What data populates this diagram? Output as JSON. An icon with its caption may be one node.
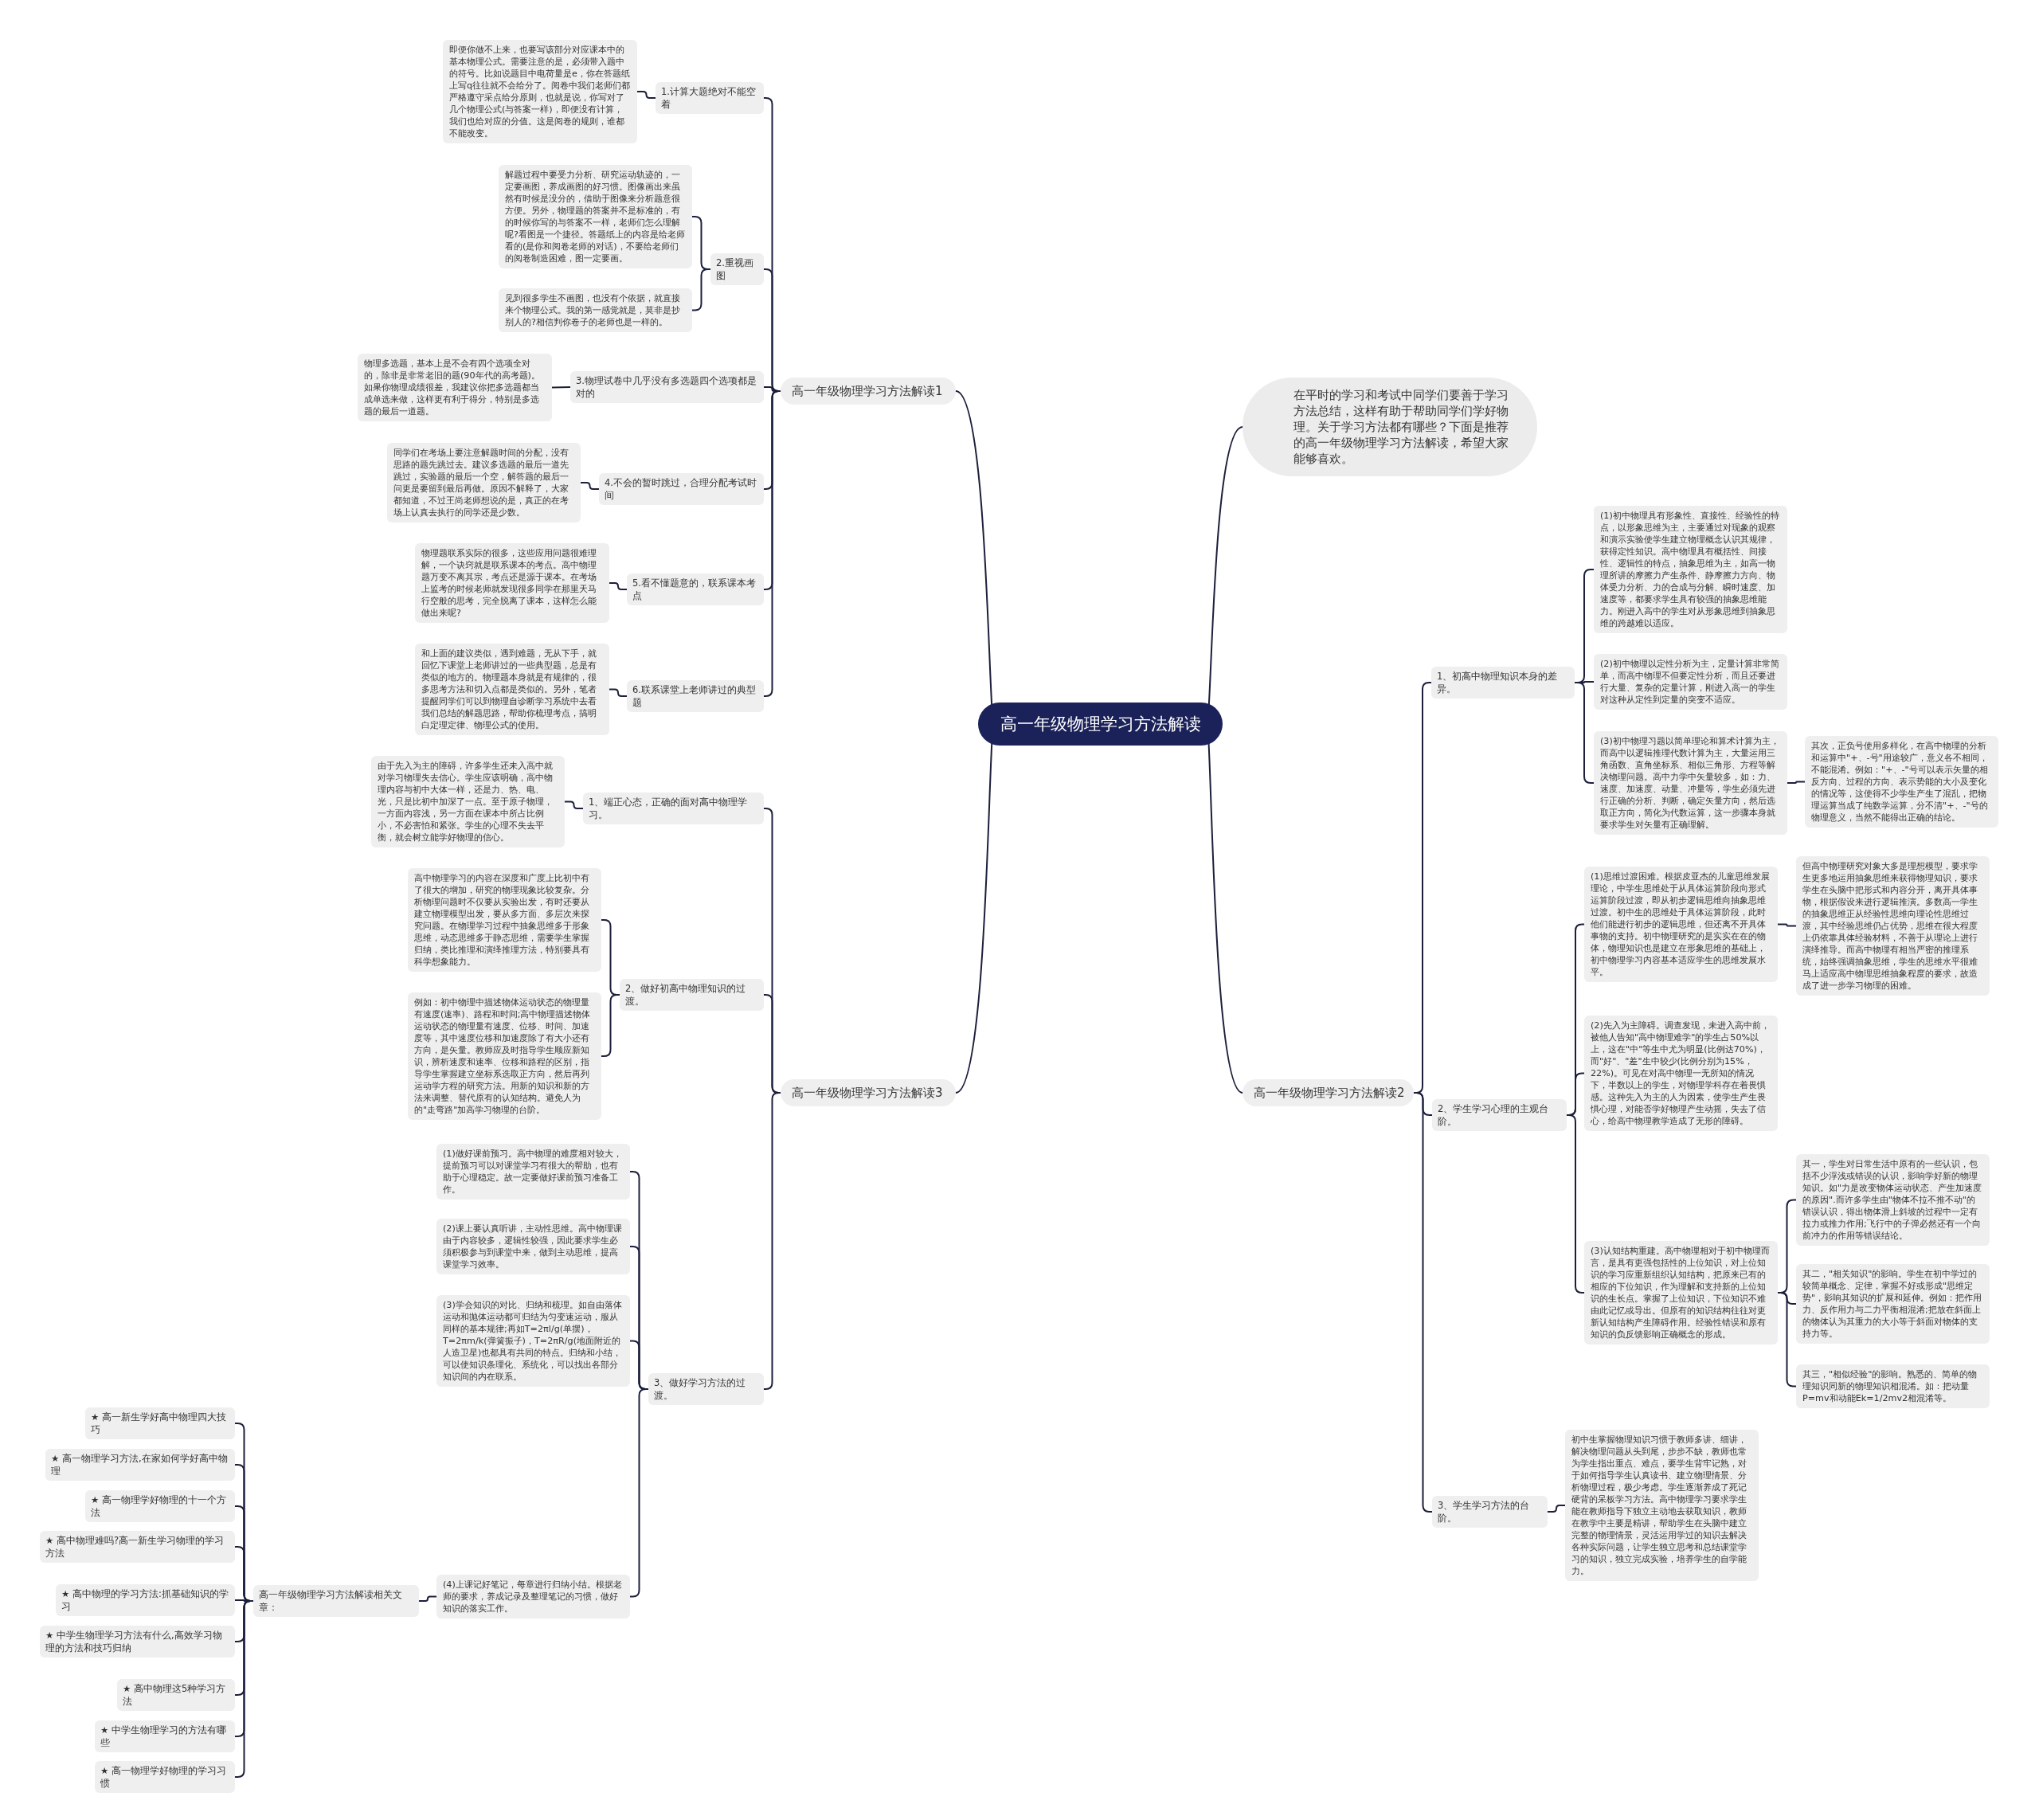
{
  "diagram": {
    "nodes": [
      {
        "text": [
          "高一年级物理学习方法解读"
        ]
      },
      {
        "text": [
          "高一年级物理学习方法解读1"
        ]
      },
      {
        "text": [
          "1.计算大题绝对不能空着"
        ]
      },
      {
        "text": [
          "即便你做不上来，也要写该部分对应课本中的基本物理公式。需要注意的是，必须带入题中的符号。比如说题目中电荷量是e，你在答题纸上写q往往就不会给分了。阅卷中我们老师们都严格遵守采点给分原则，也就是说，你写对了几个物理公式(与答案一样)，即便没有计算，我们也给对应的分值。这是阅卷的规则，谁都不能改变。"
        ]
      },
      {
        "text": [
          "2.重视画图"
        ]
      },
      {
        "text": [
          "解题过程中要受力分析、研究运动轨迹的，一定要画图，养成画图的好习惯。图像画出来虽然有时候是没分的，借助于图像来分析题意很方便。另外，物理题的答案并不是标准的，有的时候你写的与答案不一样，老师们怎么理解呢?看图是一个捷径。答题纸上的内容是给老师看的(是你和阅卷老师的对话)，不要给老师们的阅卷制造困难，图一定要画。"
        ]
      },
      {
        "text": [
          "见到很多学生不画图，也没有个依据，就直接来个物理公式。我的第一感觉就是，莫非是抄别人的?相信判你卷子的老师也是一样的。"
        ]
      },
      {
        "text": [
          "3.物理试卷中几乎没有多选题四个选项都是对的"
        ]
      },
      {
        "text": [
          "物理多选题，基本上是不会有四个选项全对的，除非是非常老旧的题(90年代的高考题)。如果你物理成绩很差，我建议你把多选题都当成单选来做，这样更有利于得分，特别是多选题的最后一道题。"
        ]
      },
      {
        "text": [
          "4.不会的暂时跳过，合理分配考试时间"
        ]
      },
      {
        "text": [
          "同学们在考场上要注意解题时间的分配，没有思路的题先跳过去。建议多选题的最后一道先跳过，实验题的最后一个空，解答题的最后一问更是要留到最后再做。原因不解释了，大家都知道，不过王尚老师想说的是，真正的在考场上认真去执行的同学还是少数。"
        ]
      },
      {
        "text": [
          "5.看不懂题意的，联系课本考点"
        ]
      },
      {
        "text": [
          "物理题联系实际的很多，这些应用问题很难理解，一个诀窍就是联系课本的考点。高中物理题万变不离其宗，考点还是源于课本。在考场上监考的时候老师就发现很多同学在那里天马行空般的思考，完全脱离了课本，这样怎么能做出来呢?"
        ]
      },
      {
        "text": [
          "6.联系课堂上老师讲过的典型题"
        ]
      },
      {
        "text": [
          "和上面的建议类似，遇到难题，无从下手，就回忆下课堂上老师讲过的一些典型题，总是有类似的地方的。物理题本身就是有规律的，很多思考方法和切入点都是类似的。另外，笔者提醒同学们可以到物理自诊断学习系统中去看我们总结的解题思路，帮助你梳理考点，搞明白定理定律、物理公式的使用。"
        ]
      },
      {
        "text": [
          "在平时的学习和考试中同学们要善于学习方法总结，这样有助于帮助同学们学好物理。关于学习方法都有哪些？下面是推荐的高一年级物理学习方法解读，希望大家能够喜欢。"
        ]
      },
      {
        "text": [
          "高一年级物理学习方法解读2"
        ]
      },
      {
        "text": [
          "1、初高中物理知识本身的差异。"
        ]
      },
      {
        "text": [
          "(1)初中物理具有形象性、直接性、经验性的特点，以形象思维为主，主要通过对现象的观察和演示实验使学生建立物理概念认识其规律，获得定性知识。高中物理具有概括性、间接性、逻辑性的特点，抽象思维为主，如高一物理所讲的摩擦力产生条件、静摩擦力方向、物体受力分析、力的合成与分解、瞬时速度、加速度等，都要求学生具有较强的抽象思维能力。刚进入高中的学生对从形象思维到抽象思维的跨越难以适应。"
        ]
      },
      {
        "text": [
          "(2)初中物理以定性分析为主，定量计算非常简单，而高中物理不但要定性分析，而且还要进行大量、复杂的定量计算，刚进入高一的学生对这种从定性到定量的突变不适应。"
        ]
      },
      {
        "text": [
          "(3)初中物理习题以简单理论和算术计算为主，而高中以逻辑推理代数计算为主，大量运用三角函数、直角坐标系、相似三角形、方程等解决物理问题。高中力学中矢量较多，如：力、速度、加速度、动量、冲量等，学生必须先进行正确的分析、判断，确定矢量方向，然后选取正方向，简化为代数运算，这一步骤本身就要求学生对矢量有正确理解。"
        ]
      },
      {
        "text": [
          "其次，正负号使用多样化，在高中物理的分析和运算中\"+、-号\"用途较广，意义各不相同，不能混淆。例如：\"+、-\"号可以表示矢量的相反方向、过程的方向、表示势能的大小及变化的情况等，这使得不少学生产生了混乱，把物理运算当成了纯数学运算，分不清\"+、-\"号的物理意义，当然不能得出正确的结论。"
        ]
      },
      {
        "text": [
          "2、学生学习心理的主观台阶。"
        ]
      },
      {
        "text": [
          "(1)思维过渡困难。根据皮亚杰的儿童思维发展理论，中学生思维处于从具体运算阶段向形式运算阶段过渡，即从初步逻辑思维向抽象思维过渡。初中生的思维处于具体运算阶段，此时他们能进行初步的逻辑思维，但还离不开具体事物的支持。初中物理研究的是实实在在的物体，物理知识也是建立在形象思维的基础上，初中物理学习内容基本适应学生的思维发展水平。"
        ]
      },
      {
        "text": [
          "但高中物理研究对象大多是理想模型，要求学生更多地运用抽象思维来获得物理知识，要求学生在头脑中把形式和内容分开，离开具体事物，根据假设来进行逻辑推演。多数高一学生的抽象思维正从经验性思维向理论性思维过渡，其中经验思维仍占优势，思维在很大程度上仍依靠具体经验材料，不善于从理论上进行演绎推导。而高中物理有相当严密的推理系统，始终强调抽象思维，学生的思维水平很难马上适应高中物理思维抽象程度的要求，故造成了进一步学习物理的困难。"
        ]
      },
      {
        "text": [
          "(2)先入为主障碍。调查发现，未进入高中前，被他人告知\"高中物理难学\"的学生占50%以上，这在\"中\"等生中尤为明显(比例达70%)，而\"好\"、\"差\"生中较少(比例分别为15%，22%)。可见在对高中物理一无所知的情况下，半数以上的学生，对物理学科存在着畏惧感。这种先入为主的人为因素，使学生产生畏惧心理，对能否学好物理产生动摇，失去了信心，给高中物理教学造成了无形的障碍。"
        ]
      },
      {
        "text": [
          "(3)认知结构重建。高中物理相对于初中物理而言，是具有更强包括性的上位知识，对上位知识的学习应重新组织认知结构，把原来已有的相应的下位知识，作为理解和支持新的上位知识的生长点。掌握了上位知识，下位知识不难由此记忆或导出。但原有的知识结构往往对更新认知结构产生障碍作用。经验性错误和原有知识的负反馈影响正确概念的形成。"
        ]
      },
      {
        "text": [
          "其一，学生对日常生活中原有的一些认识，包括不少浮浅或错误的认识，影响学好新的物理知识。如\"力是改变物体运动状态、产生加速度的原因\".而许多学生由\"物体不拉不推不动\"的错误认识，得出物体滑上斜坡的过程中一定有拉力或推力作用;飞行中的子弹必然还有一个向前冲力的作用等错误结论。"
        ]
      },
      {
        "text": [
          "其二，\"相关知识\"的影响。学生在初中学过的较简单概念、定律，掌握不好或形成\"思维定势\"，影响其知识的扩展和延伸。例如：把作用力、反作用力与二力平衡相混淆;把放在斜面上的物体认为其重力的大小等于斜面对物体的支持力等。"
        ]
      },
      {
        "text": [
          "其三，\"相似经验\"的影响。熟悉的、简单的物理知识同新的物理知识相混淆。如：把动量P=mv和动能Ek=1/2mv2相混淆等。"
        ]
      },
      {
        "text": [
          "3、学生学习方法的台阶。"
        ]
      },
      {
        "text": [
          "初中生掌握物理知识习惯于教师多讲、细讲，解决物理问题从头到尾，步步不缺，教师也常为学生指出重点、难点，要学生背牢记熟，对于如何指导学生认真读书、建立物理情景、分析物理过程，极少考虑。学生逐渐养成了死记硬背的呆板学习方法。高中物理学习要求学生能在教师指导下独立主动地去获取知识，教师在教学中主要是精讲，帮助学生在头脑中建立完整的物理情景，灵活运用学过的知识去解决各种实际问题，让学生独立思考和总结课堂学习的知识，独立完成实验，培养学生的自学能力。"
        ]
      },
      {
        "text": [
          "高一年级物理学习方法解读3"
        ]
      },
      {
        "text": [
          "1、端正心态，正确的面对高中物理学习。"
        ]
      },
      {
        "text": [
          "由于先入为主的障碍，许多学生还未入高中就对学习物理失去信心。学生应该明确，高中物理内容与初中大体一样，还是力、热、电、光，只是比初中加深了一点。至于原子物理，一方面内容浅，另一方面在课本中所占比例小，不必害怕和紧张。学生的心理不失去平衡，就会树立能学好物理的信心。"
        ]
      },
      {
        "text": [
          "2、做好初高中物理知识的过渡。"
        ]
      },
      {
        "text": [
          "高中物理学习的内容在深度和广度上比初中有了很大的增加，研究的物理现象比较复杂。分析物理问题时不仅要从实验出发，有时还要从建立物理模型出发，要从多方面、多层次来探究问题。在物理学习过程中抽象思维多于形象思维，动态思维多于静态思维，需要学生掌握归纳，类比推理和演绎推理方法，特别要具有科学想象能力。"
        ]
      },
      {
        "text": [
          "例如：初中物理中描述物体运动状态的物理量有速度(速率)、路程和时间;高中物理描述物体运动状态的物理量有速度、位移、时间、加速度等，其中速度位移和加速度除了有大小还有方向，是矢量。教师应及时指导学生顺应新知识，辨析速度和速率、位移和路程的区别，指导学生掌握建立坐标系选取正方向，然后再列运动学方程的研究方法。用新的知识和新的方法来调整、替代原有的认知结构。避免人为的\"走弯路\"加高学习物理的台阶。"
        ]
      },
      {
        "text": [
          "3、做好学习方法的过渡。"
        ]
      },
      {
        "text": [
          "(1)做好课前预习。高中物理的难度相对较大，提前预习可以对课堂学习有很大的帮助，也有助于心理稳定。故一定要做好课前预习准备工作。"
        ]
      },
      {
        "text": [
          "(2)课上要认真听讲，主动性思维。高中物理课由于内容较多，逻辑性较强，因此要求学生必须积极参与到课堂中来，做到主动思维，提高课堂学习效率。"
        ]
      },
      {
        "text": [
          "(3)学会知识的对比、归纳和梳理。如自由落体运动和抛体运动都可归结为匀变速运动，服从同样的基本规律;再如T=2πl/g(单摆)，T=2πm/k(弹簧振子)，T=2πR/g(地面附近的人造卫星)也都具有共同的特点。归纳和小结，可以使知识条理化、系统化，可以找出各部分知识间的内在联系。"
        ]
      },
      {
        "text": [
          "(4)上课记好笔记，每章进行归纳小结。根据老师的要求，养成记录及整理笔记的习惯，做好知识的落实工作。"
        ]
      },
      {
        "text": [
          "高一年级物理学习方法解读相关文章："
        ]
      },
      {
        "text": [
          "★ 高一新生学好高中物理四大技巧"
        ]
      },
      {
        "text": [
          "★ 高一物理学习方法,在家如何学好高中物理"
        ]
      },
      {
        "text": [
          "★ 高一物理学好物理的十一个方法"
        ]
      },
      {
        "text": [
          "★ 高中物理难吗?高一新生学习物理的学习方法"
        ]
      },
      {
        "text": [
          "★ 高中物理的学习方法:抓基础知识的学习"
        ]
      },
      {
        "text": [
          "★ 中学生物理学习方法有什么,高效学习物理的方法和技巧归纳"
        ]
      },
      {
        "text": [
          "★ 高中物理这5种学习方法"
        ]
      },
      {
        "text": [
          "★ 中学生物理学习的方法有哪些"
        ]
      },
      {
        "text": [
          "★ 高一物理学好物理的学习习惯"
        ]
      }
    ],
    "edges": [
      {
        "from": 0,
        "to": 1,
        "arrow": "none"
      },
      {
        "from": 1,
        "to": 2,
        "arrow": "none"
      },
      {
        "from": 2,
        "to": 3,
        "arrow": "none"
      },
      {
        "from": 1,
        "to": 4,
        "arrow": "none"
      },
      {
        "from": 4,
        "to": 5,
        "arrow": "none"
      },
      {
        "from": 4,
        "to": 6,
        "arrow": "none"
      },
      {
        "from": 1,
        "to": 7,
        "arrow": "none"
      },
      {
        "from": 7,
        "to": 8,
        "arrow": "none"
      },
      {
        "from": 1,
        "to": 9,
        "arrow": "none"
      },
      {
        "from": 9,
        "to": 10,
        "arrow": "none"
      },
      {
        "from": 1,
        "to": 11,
        "arrow": "none"
      },
      {
        "from": 11,
        "to": 12,
        "arrow": "none"
      },
      {
        "from": 1,
        "to": 13,
        "arrow": "none"
      },
      {
        "from": 13,
        "to": 14,
        "arrow": "none"
      },
      {
        "from": 0,
        "to": 15,
        "arrow": "none"
      },
      {
        "from": 0,
        "to": 16,
        "arrow": "none"
      },
      {
        "from": 16,
        "to": 17,
        "arrow": "none"
      },
      {
        "from": 17,
        "to": 18,
        "arrow": "none"
      },
      {
        "from": 17,
        "to": 19,
        "arrow": "none"
      },
      {
        "from": 17,
        "to": 20,
        "arrow": "none"
      },
      {
        "from": 20,
        "to": 21,
        "arrow": "none"
      },
      {
        "from": 16,
        "to": 22,
        "arrow": "none"
      },
      {
        "from": 22,
        "to": 23,
        "arrow": "none"
      },
      {
        "from": 23,
        "to": 24,
        "arrow": "none"
      },
      {
        "from": 22,
        "to": 25,
        "arrow": "none"
      },
      {
        "from": 22,
        "to": 26,
        "arrow": "none"
      },
      {
        "from": 26,
        "to": 27,
        "arrow": "none"
      },
      {
        "from": 26,
        "to": 28,
        "arrow": "none"
      },
      {
        "from": 26,
        "to": 29,
        "arrow": "none"
      },
      {
        "from": 16,
        "to": 30,
        "arrow": "none"
      },
      {
        "from": 30,
        "to": 31,
        "arrow": "none"
      },
      {
        "from": 0,
        "to": 32,
        "arrow": "none"
      },
      {
        "from": 32,
        "to": 33,
        "arrow": "none"
      },
      {
        "from": 33,
        "to": 34,
        "arrow": "none"
      },
      {
        "from": 32,
        "to": 35,
        "arrow": "none"
      },
      {
        "from": 35,
        "to": 36,
        "arrow": "none"
      },
      {
        "from": 35,
        "to": 37,
        "arrow": "none"
      },
      {
        "from": 32,
        "to": 38,
        "arrow": "none"
      },
      {
        "from": 38,
        "to": 39,
        "arrow": "none"
      },
      {
        "from": 38,
        "to": 40,
        "arrow": "none"
      },
      {
        "from": 38,
        "to": 41,
        "arrow": "none"
      },
      {
        "from": 38,
        "to": 42,
        "arrow": "none"
      },
      {
        "from": 42,
        "to": 43,
        "arrow": "none"
      },
      {
        "from": 43,
        "to": 44,
        "arrow": "none"
      },
      {
        "from": 43,
        "to": 45,
        "arrow": "none"
      },
      {
        "from": 43,
        "to": 46,
        "arrow": "none"
      },
      {
        "from": 43,
        "to": 47,
        "arrow": "none"
      },
      {
        "from": 43,
        "to": 48,
        "arrow": "none"
      },
      {
        "from": 43,
        "to": 49,
        "arrow": "none"
      },
      {
        "from": 43,
        "to": 50,
        "arrow": "none"
      },
      {
        "from": 43,
        "to": 51,
        "arrow": "none"
      },
      {
        "from": 43,
        "to": 52,
        "arrow": "none"
      }
    ]
  }
}
